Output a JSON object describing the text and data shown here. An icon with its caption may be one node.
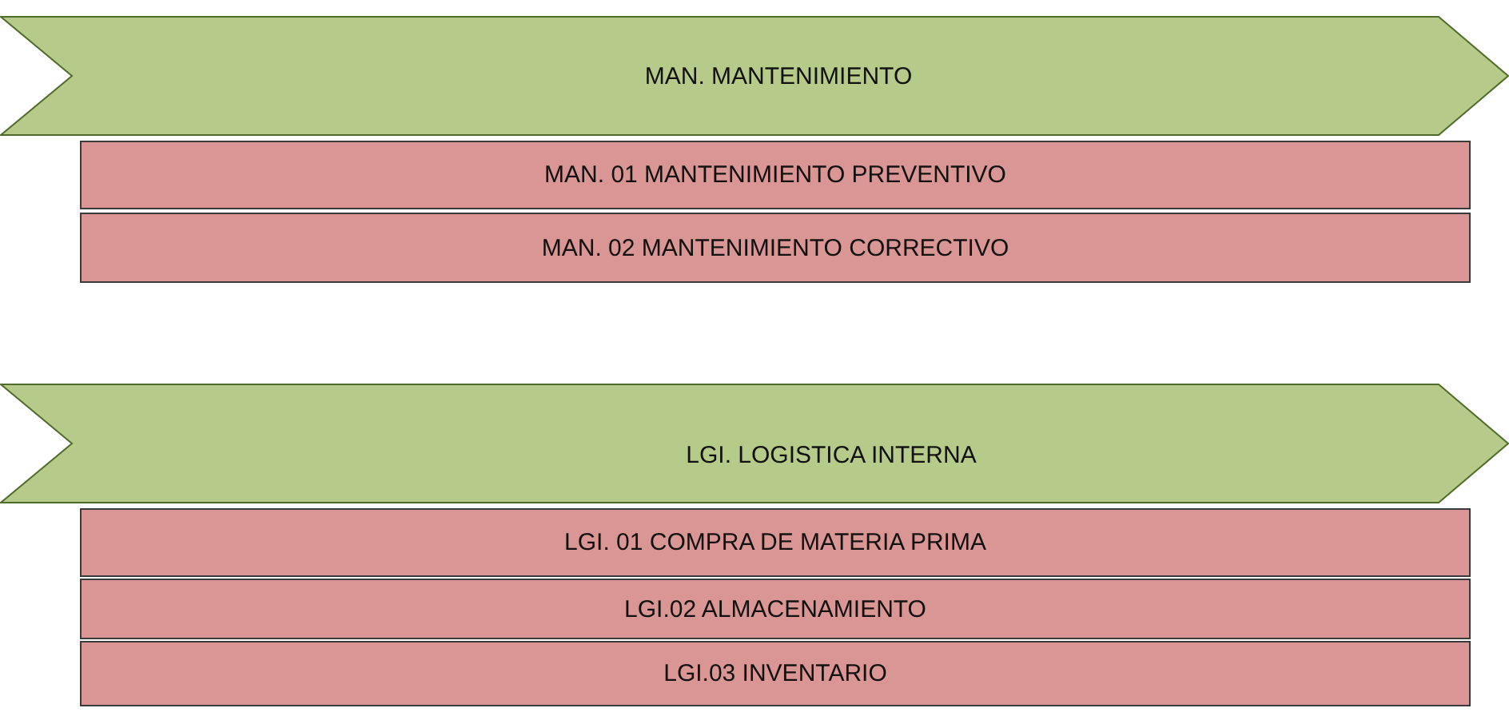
{
  "diagram": {
    "nodes": [
      {
        "text": [
          "MAN. MANTENIMIENTO"
        ]
      },
      {
        "text": [
          "MAN. 01 MANTENIMIENTO PREVENTIVO"
        ]
      },
      {
        "text": [
          "MAN. 02 MANTENIMIENTO CORRECTIVO"
        ]
      },
      {
        "text": [
          "LGI. LOGISTICA INTERNA"
        ]
      },
      {
        "text": [
          "LGI. 01 COMPRA DE MATERIA PRIMA"
        ]
      },
      {
        "text": [
          "LGI.02 ALMACENAMIENTO"
        ]
      },
      {
        "text": [
          "LGI.03 INVENTARIO"
        ]
      }
    ]
  }
}
